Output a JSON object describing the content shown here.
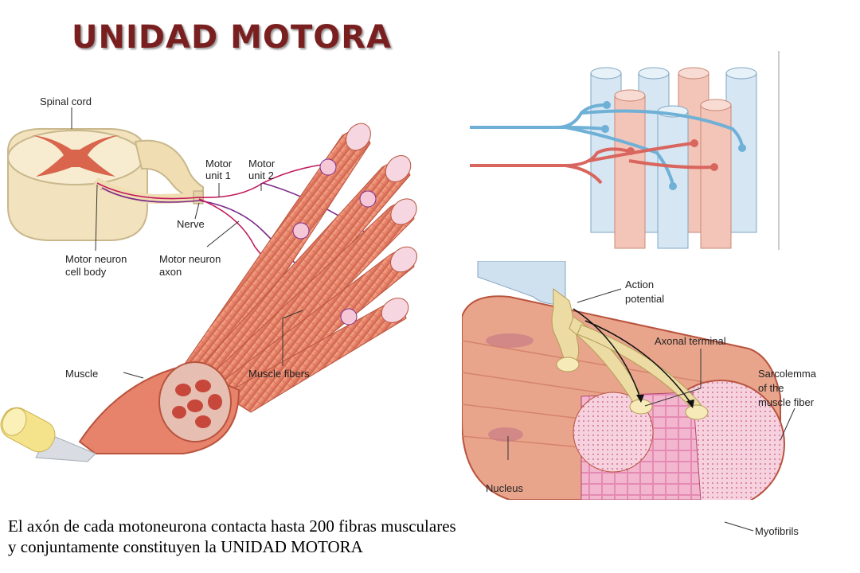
{
  "title": "UNIDAD MOTORA",
  "left_diagram": {
    "labels": {
      "spinal_cord": "Spinal cord",
      "motor_unit_1_l1": "Motor",
      "motor_unit_1_l2": "unit 1",
      "motor_unit_2_l1": "Motor",
      "motor_unit_2_l2": "unit 2",
      "nerve": "Nerve",
      "motor_neuron_cell_body_l1": "Motor neuron",
      "motor_neuron_cell_body_l2": "cell body",
      "motor_neuron_axon_l1": "Motor neuron",
      "motor_neuron_axon_l2": "axon",
      "muscle": "Muscle",
      "muscle_fibers": "Muscle fibers"
    }
  },
  "bottom_right_diagram": {
    "labels": {
      "action_potential_l1": "Action",
      "action_potential_l2": "potential",
      "axonal_terminal": "Axonal terminal",
      "sarcolemma_l1": "Sarcolemma",
      "sarcolemma_l2": "of the",
      "sarcolemma_l3": "muscle fiber",
      "nucleus": "Nucleus",
      "myofibrils": "Myofibrils"
    }
  },
  "caption": {
    "line1": "El axón de cada motoneurona contacta hasta 200 fibras musculares",
    "line2": "y conjuntamente constituyen la UNIDAD MOTORA"
  }
}
